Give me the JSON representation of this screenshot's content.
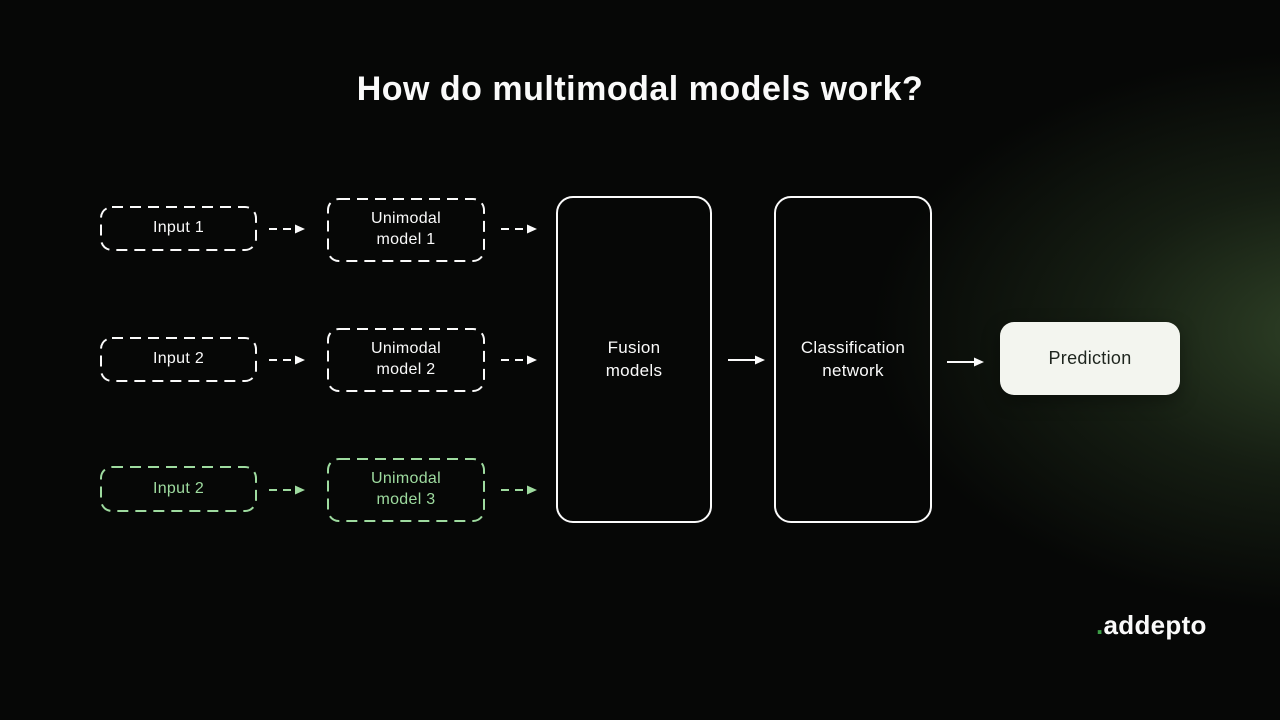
{
  "title": "How do multimodal models work?",
  "colors": {
    "white": "#fafafa",
    "green": "#9edb9f",
    "logo-green": "#3c9d46",
    "prediction-bg": "#f3f5ef",
    "prediction-text": "#1e251e"
  },
  "rows": [
    {
      "input": "Input 1",
      "model": "Unimodal model 1"
    },
    {
      "input": "Input 2",
      "model": "Unimodal model 2"
    },
    {
      "input": "Input 2",
      "model": "Unimodal model 3"
    }
  ],
  "fusion_label": "Fusion models",
  "classification_label": "Classification network",
  "prediction_label": "Prediction",
  "logo": {
    "dot": ".",
    "text": "addepto"
  }
}
